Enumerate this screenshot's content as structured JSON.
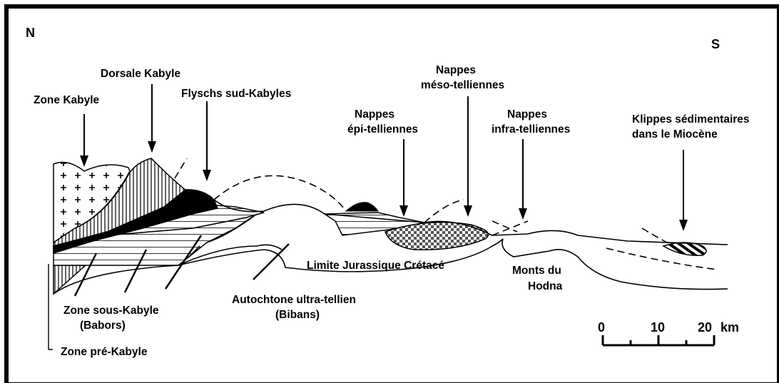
{
  "compass": {
    "north": "N",
    "south": "S"
  },
  "labels": {
    "zone_kabyle": "Zone Kabyle",
    "dorsale_kabyle": "Dorsale Kabyle",
    "flyschs": "Flyschs sud-Kabyles",
    "epi_telliennes_1": "Nappes",
    "epi_telliennes_2": "épi-telliennes",
    "meso_telliennes_1": "Nappes",
    "meso_telliennes_2": "méso-telliennes",
    "infra_telliennes_1": "Nappes",
    "infra_telliennes_2": "infra-telliennes",
    "klippes_1": "Klippes sédimentaires",
    "klippes_2": "dans le Miocène",
    "limite": "Limite Jurassique Crétacé",
    "monts_1": "Monts du",
    "monts_2": "Hodna",
    "autochtone_1": "Autochtone ultra-tellien",
    "autochtone_2": "(Bibans)",
    "sous_kabyle_1": "Zone sous-Kabyle",
    "sous_kabyle_2": "(Babors)",
    "pre_kabyle": "Zone pré-Kabyle"
  },
  "scale_bar": {
    "tick_0": "0",
    "tick_10": "10",
    "tick_20": "20",
    "unit": "km"
  }
}
